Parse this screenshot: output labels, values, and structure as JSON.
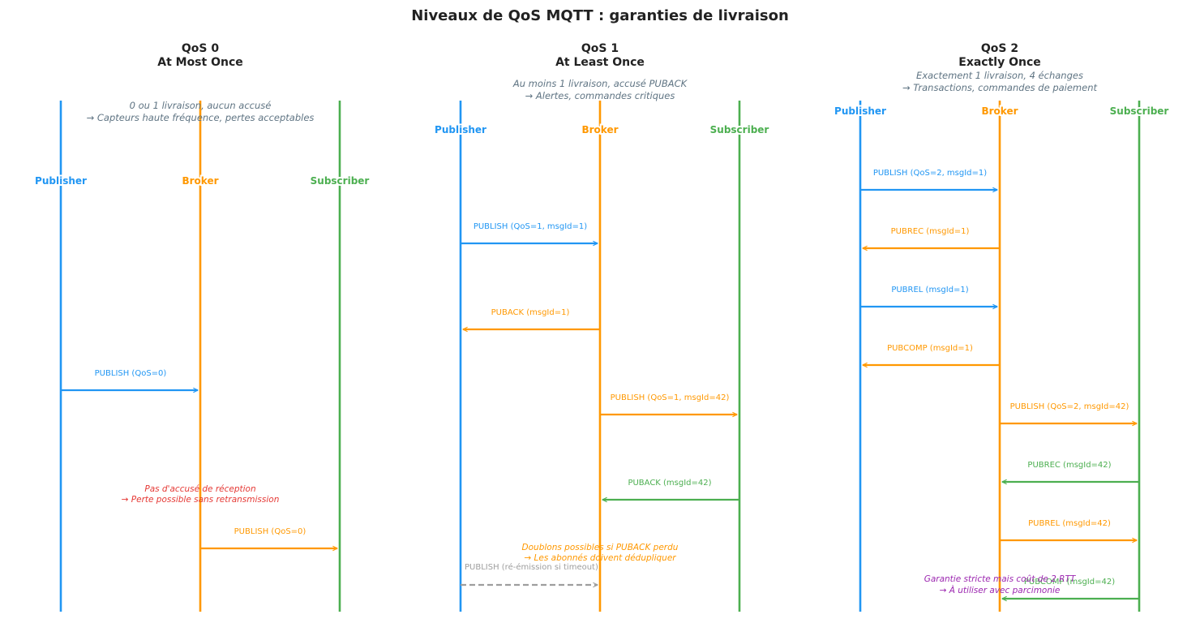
{
  "title": "Niveaux de QoS MQTT : garanties de livraison",
  "colors": {
    "publisher": "#2196F3",
    "broker": "#FF9800",
    "subscriber": "#4CAF50",
    "retransmit": "#9E9E9E",
    "note_qos0": "#E53935",
    "note_qos1": "#FF9800",
    "note_qos2": "#9C27B0",
    "desc": "#5F7483"
  },
  "panels": [
    {
      "id": "qos0",
      "title": [
        "QoS 0",
        "At Most Once"
      ],
      "description": [
        "0 ou 1 livraison, aucun accusé",
        "→ Capteurs haute fréquence, pertes acceptables"
      ],
      "actors": [
        "Publisher",
        "Broker",
        "Subscriber"
      ],
      "messages": [
        {
          "label": "PUBLISH (QoS=0)",
          "from": 0,
          "to": 1,
          "color": "publisher"
        },
        {
          "label": "PUBLISH (QoS=0)",
          "from": 1,
          "to": 2,
          "color": "broker"
        }
      ],
      "note": {
        "lines": [
          "Pas d'accusé de réception",
          "→ Perte possible sans retransmission"
        ],
        "color": "note_qos0"
      }
    },
    {
      "id": "qos1",
      "title": [
        "QoS 1",
        "At Least Once"
      ],
      "description": [
        "Au moins 1 livraison, accusé PUBACK",
        "→ Alertes, commandes critiques"
      ],
      "actors": [
        "Publisher",
        "Broker",
        "Subscriber"
      ],
      "messages": [
        {
          "label": "PUBLISH (QoS=1, msgId=1)",
          "from": 0,
          "to": 1,
          "color": "publisher"
        },
        {
          "label": "PUBACK (msgId=1)",
          "from": 1,
          "to": 0,
          "color": "broker"
        },
        {
          "label": "PUBLISH (QoS=1, msgId=42)",
          "from": 1,
          "to": 2,
          "color": "broker"
        },
        {
          "label": "PUBACK (msgId=42)",
          "from": 2,
          "to": 1,
          "color": "subscriber"
        },
        {
          "label": "PUBLISH (ré-émission si timeout)",
          "from": 0,
          "to": 1,
          "color": "retransmit",
          "dashed": true
        }
      ],
      "note": {
        "lines": [
          "Doublons possibles si PUBACK perdu",
          "→ Les abonnés doivent dédupliquer"
        ],
        "color": "note_qos1"
      }
    },
    {
      "id": "qos2",
      "title": [
        "QoS 2",
        "Exactly Once"
      ],
      "description": [
        "Exactement 1 livraison, 4 échanges",
        "→ Transactions, commandes de paiement"
      ],
      "actors": [
        "Publisher",
        "Broker",
        "Subscriber"
      ],
      "messages": [
        {
          "label": "PUBLISH (QoS=2, msgId=1)",
          "from": 0,
          "to": 1,
          "color": "publisher"
        },
        {
          "label": "PUBREC (msgId=1)",
          "from": 1,
          "to": 0,
          "color": "broker"
        },
        {
          "label": "PUBREL (msgId=1)",
          "from": 0,
          "to": 1,
          "color": "publisher"
        },
        {
          "label": "PUBCOMP (msgId=1)",
          "from": 1,
          "to": 0,
          "color": "broker"
        },
        {
          "label": "PUBLISH (QoS=2, msgId=42)",
          "from": 1,
          "to": 2,
          "color": "broker"
        },
        {
          "label": "PUBREC (msgId=42)",
          "from": 2,
          "to": 1,
          "color": "subscriber"
        },
        {
          "label": "PUBREL (msgId=42)",
          "from": 1,
          "to": 2,
          "color": "broker"
        },
        {
          "label": "PUBCOMP (msgId=42)",
          "from": 2,
          "to": 1,
          "color": "subscriber"
        }
      ],
      "note": {
        "lines": [
          "Garantie stricte mais coût de 2 RTT",
          "→ À utiliser avec parcimonie"
        ],
        "color": "note_qos2"
      }
    }
  ]
}
